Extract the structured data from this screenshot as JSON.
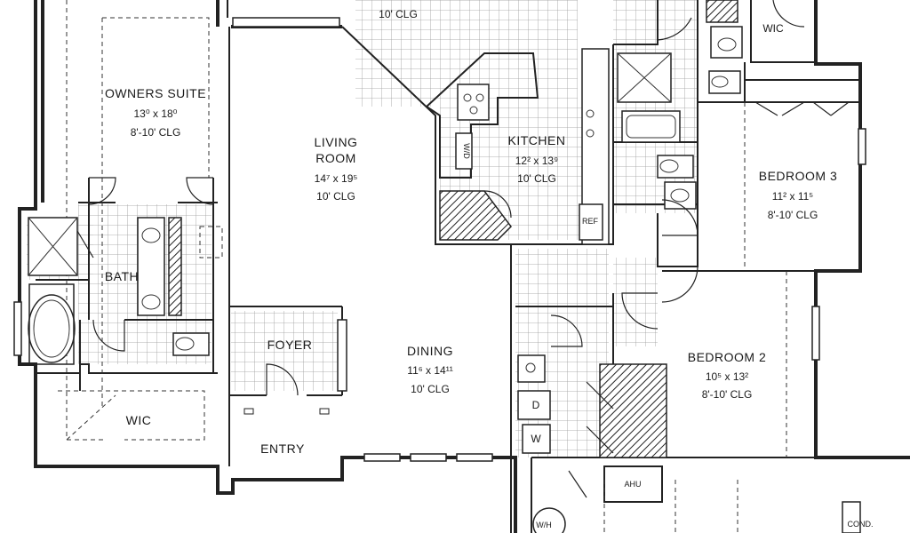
{
  "plan": {
    "rooms": {
      "owners_suite": {
        "name": "OWNERS SUITE",
        "size": "13⁰ x 18⁰",
        "ceiling": "8'-10' CLG"
      },
      "living_room": {
        "name_line1": "LIVING",
        "name_line2": "ROOM",
        "size": "14⁷ x 19⁵",
        "ceiling": "10' CLG"
      },
      "kitchen": {
        "name": "KITCHEN",
        "size": "12² x 13⁹",
        "ceiling": "10' CLG"
      },
      "bedroom_3": {
        "name": "BEDROOM 3",
        "size": "11² x 11⁵",
        "ceiling": "8'-10' CLG"
      },
      "bedroom_2": {
        "name": "BEDROOM 2",
        "size": "10⁵ x 13²",
        "ceiling": "8'-10' CLG"
      },
      "dining": {
        "name": "DINING",
        "size": "11⁶ x 14¹¹",
        "ceiling": "10' CLG"
      },
      "foyer": {
        "name": "FOYER"
      },
      "entry": {
        "name": "ENTRY"
      },
      "bath": {
        "name": "BATH"
      },
      "wic_bottom": {
        "name": "WIC"
      },
      "wic_top": {
        "name": "WIC"
      },
      "top_room": {
        "ceiling": "10' CLG"
      }
    },
    "fixtures": {
      "washer": "W",
      "dryer": "D",
      "ref": "REF",
      "wd": "W/D",
      "ahu": "AHU",
      "water_heater": "W/H",
      "condenser": "COND."
    }
  }
}
